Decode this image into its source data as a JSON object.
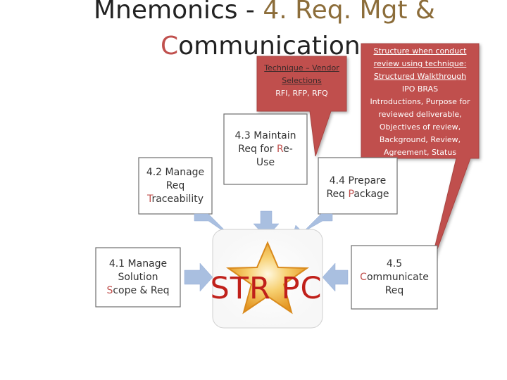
{
  "title": {
    "line1_prefix": "Mnemonics - ",
    "line1_highlight": "4. Req. Mgt &",
    "line2_initial": "C",
    "line2_rest": "ommunication"
  },
  "center": {
    "label": "STR PC"
  },
  "nodes": {
    "n41": {
      "line1": "4.1 Manage",
      "line2": "Solution",
      "initial": "S",
      "line3_rest": "cope & Req"
    },
    "n42": {
      "line1": "4.2 Manage",
      "line2": "Req",
      "initial": "T",
      "line3_rest": "raceability"
    },
    "n43": {
      "line1": "4.3 Maintain",
      "line2_prefix": "Req for ",
      "initial": "R",
      "line2_suffix": "e-",
      "line3": "Use"
    },
    "n44": {
      "line1": "4.4 Prepare",
      "line2_prefix": "Req ",
      "initial": "P",
      "line2_suffix": "ackage"
    },
    "n45": {
      "line1": "4.5",
      "line2_initial": "C",
      "line2_rest": "ommunicate",
      "line3": "Req"
    }
  },
  "callout_vendor": {
    "line1": "Technique – Vendor",
    "line2": "Selections",
    "line3": "RFI, RFP, RFQ"
  },
  "callout_walkthrough": {
    "line1": "Structure when conduct",
    "line2": "review using technique:",
    "line3": "Structured Walkthrough",
    "line4": "IPO BRAS",
    "line5": "Introductions, Purpose for",
    "line6": "reviewed deliverable,",
    "line7": "Objectives of review,",
    "line8": "Background, Review,",
    "line9": "Agreement, Status"
  },
  "colors": {
    "callout": "#c0504d",
    "arrow": "#a9bfe0",
    "box_border": "#6f6f6f",
    "star_outer": "#f0a830",
    "title_highlight": "#c0504d"
  },
  "icons": {
    "center": "star-icon"
  }
}
